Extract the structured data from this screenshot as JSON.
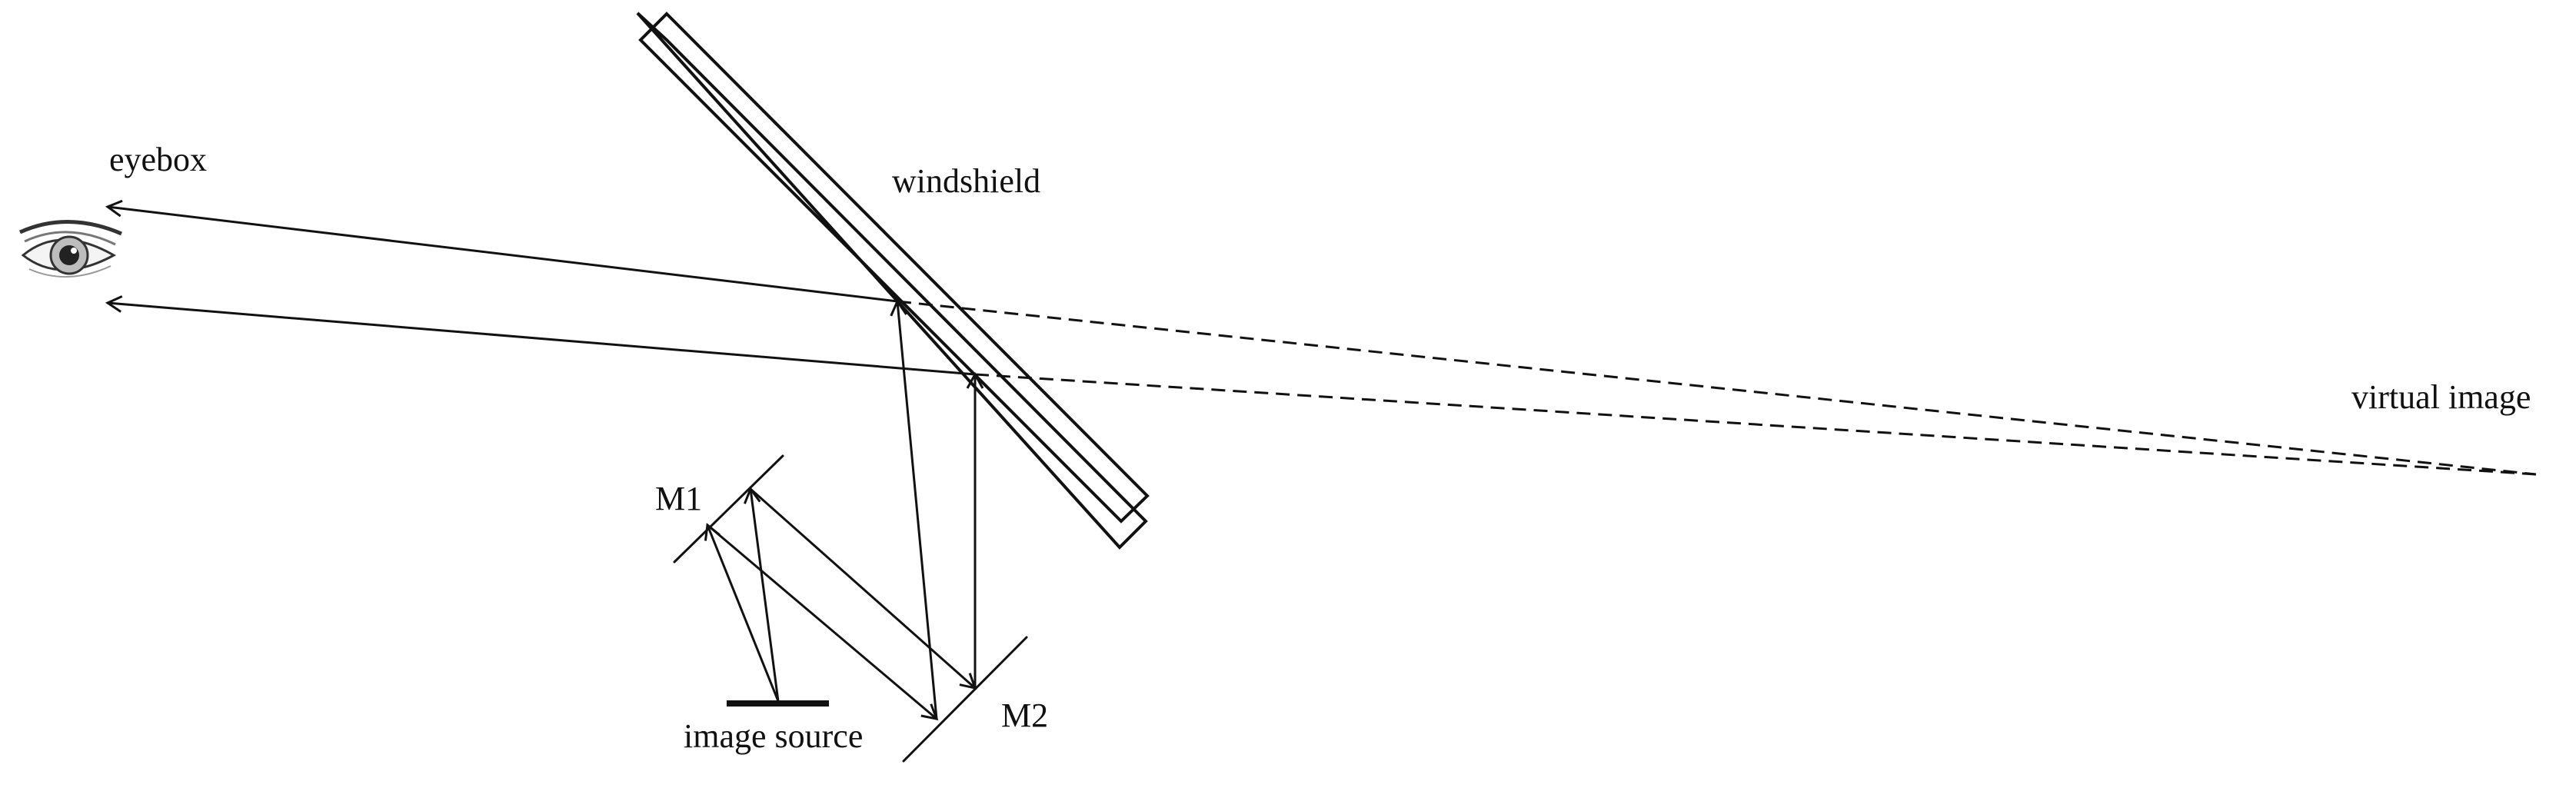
{
  "labels": {
    "eyebox": "eyebox",
    "windshield": "windshield",
    "virtual_image": "virtual image",
    "m1": "M1",
    "m2": "M2",
    "image_source": "image source"
  },
  "icons": {
    "eye": "eye-icon"
  },
  "colors": {
    "line": "#111111",
    "background": "#ffffff"
  }
}
